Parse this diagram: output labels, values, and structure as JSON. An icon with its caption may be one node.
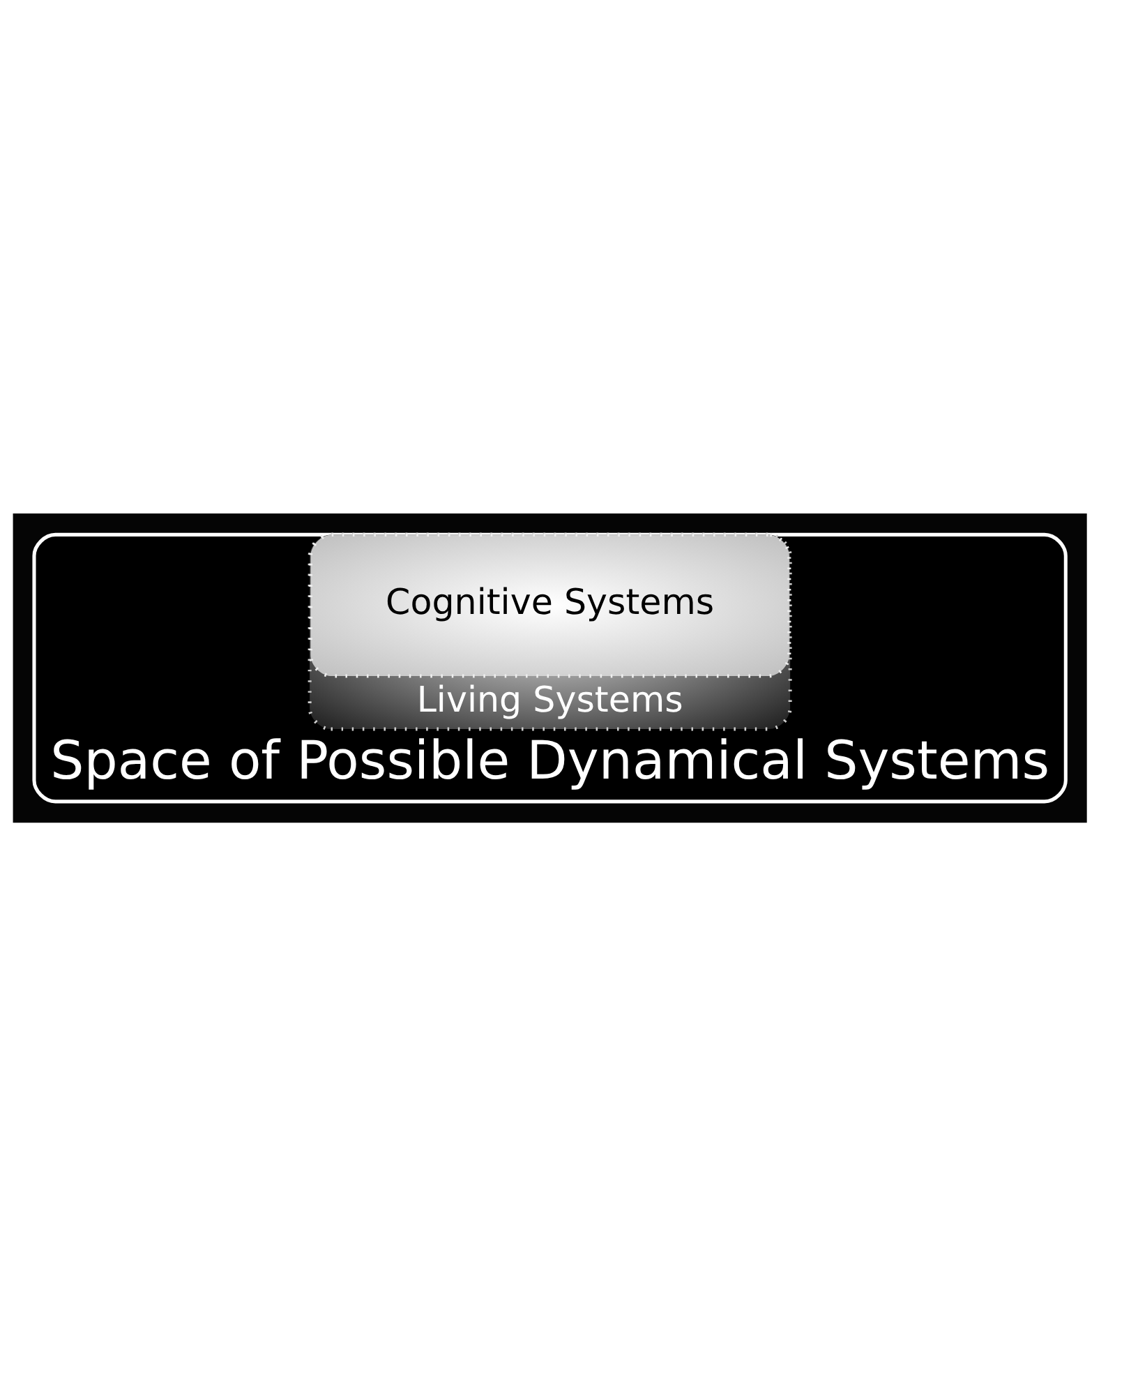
{
  "diagram": {
    "nodes": [
      {
        "text": [
          "Space of Possible Dynamical Systems"
        ]
      },
      {
        "text": [
          "Living Systems"
        ],
        "in": 0
      },
      {
        "text": [
          "Cognitive Systems"
        ],
        "in": 1
      }
    ],
    "edges": []
  }
}
